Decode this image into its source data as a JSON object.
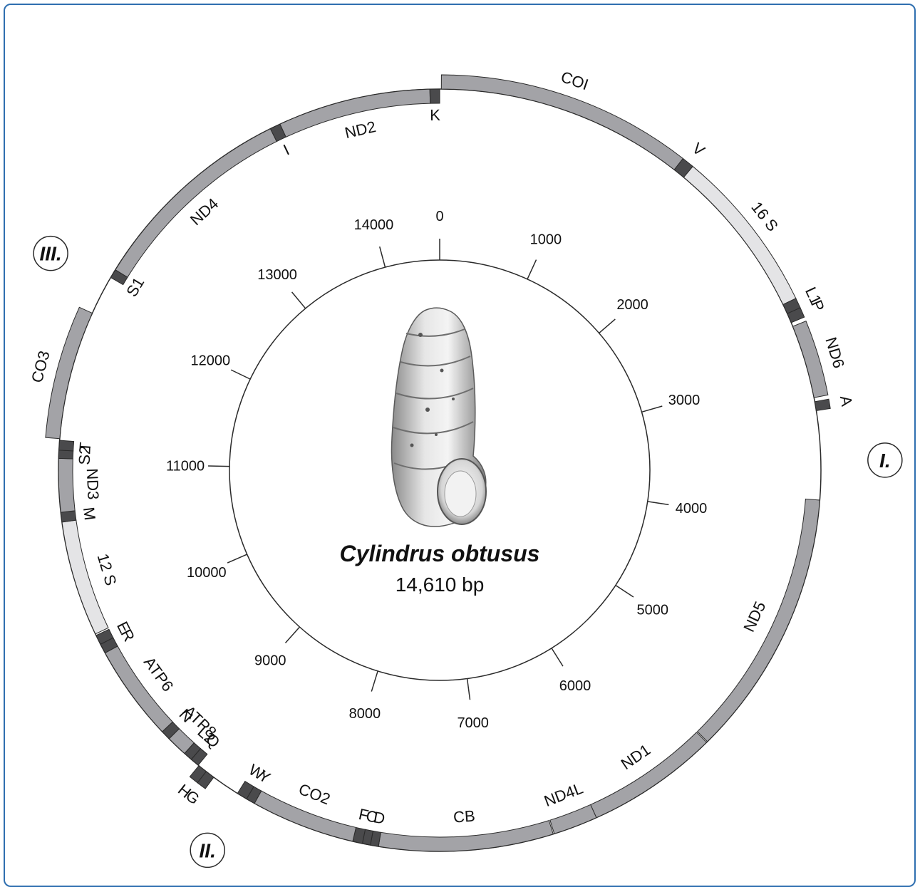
{
  "figure": {
    "species": "Cylindrus obtusus",
    "genome_size": "14,610 bp",
    "genome_length": 14610,
    "shell_image": "snail-shell-photo",
    "colors": {
      "frame": "#2f6fb0",
      "protein_gene": "#a3a3a7",
      "rrna_gene": "#e4e4e6",
      "trna_gene": "#4a4a4c",
      "outline": "#2a2a2a"
    }
  },
  "scale": {
    "ticks": [
      {
        "value": 0,
        "label": "0"
      },
      {
        "value": 1000,
        "label": "1000"
      },
      {
        "value": 2000,
        "label": "2000"
      },
      {
        "value": 3000,
        "label": "3000"
      },
      {
        "value": 4000,
        "label": "4000"
      },
      {
        "value": 5000,
        "label": "5000"
      },
      {
        "value": 6000,
        "label": "6000"
      },
      {
        "value": 7000,
        "label": "7000"
      },
      {
        "value": 8000,
        "label": "8000"
      },
      {
        "value": 9000,
        "label": "9000"
      },
      {
        "value": 10000,
        "label": "10000"
      },
      {
        "value": 11000,
        "label": "11000"
      },
      {
        "value": 12000,
        "label": "12000"
      },
      {
        "value": 13000,
        "label": "13000"
      },
      {
        "value": 14000,
        "label": "14000"
      }
    ]
  },
  "genes": [
    {
      "name": "COI",
      "type": "protein",
      "strand": "outer",
      "start": 10,
      "end": 1541
    },
    {
      "name": "V",
      "type": "trna",
      "strand": "outer",
      "start": 1541,
      "end": 1615
    },
    {
      "name": "16 S",
      "type": "rrna",
      "strand": "outer",
      "start": 1615,
      "end": 2607
    },
    {
      "name": "L1",
      "type": "trna",
      "strand": "outer",
      "start": 2607,
      "end": 2668
    },
    {
      "name": "P",
      "type": "trna",
      "strand": "outer",
      "start": 2668,
      "end": 2728
    },
    {
      "name": "ND6",
      "type": "protein",
      "strand": "outer",
      "start": 2753,
      "end": 3207
    },
    {
      "name": "A",
      "type": "trna",
      "strand": "outer",
      "start": 3232,
      "end": 3288
    },
    {
      "name": "ND5",
      "type": "protein",
      "strand": "inner",
      "start": 3835,
      "end": 5495
    },
    {
      "name": "ND1",
      "type": "protein",
      "strand": "inner",
      "start": 5502,
      "end": 6320
    },
    {
      "name": "ND4L",
      "type": "protein",
      "strand": "inner",
      "start": 6320,
      "end": 6595
    },
    {
      "name": "CB",
      "type": "protein",
      "strand": "inner",
      "start": 6602,
      "end": 7680
    },
    {
      "name": "D",
      "type": "trna",
      "strand": "inner",
      "start": 7680,
      "end": 7730
    },
    {
      "name": "C",
      "type": "trna",
      "strand": "inner",
      "start": 7730,
      "end": 7780
    },
    {
      "name": "F",
      "type": "trna",
      "strand": "inner",
      "start": 7780,
      "end": 7840
    },
    {
      "name": "CO2",
      "type": "protein",
      "strand": "inner",
      "start": 7840,
      "end": 8485
    },
    {
      "name": "Y",
      "type": "trna",
      "strand": "inner",
      "start": 8485,
      "end": 8540
    },
    {
      "name": "W",
      "type": "trna",
      "strand": "inner",
      "start": 8540,
      "end": 8605
    },
    {
      "name": "G",
      "type": "trna",
      "strand": "outer",
      "start": 8780,
      "end": 8838
    },
    {
      "name": "H",
      "type": "trna",
      "strand": "outer",
      "start": 8838,
      "end": 8895
    },
    {
      "name": "Q",
      "type": "trna",
      "strand": "inner",
      "start": 8900,
      "end": 8955
    },
    {
      "name": "L2",
      "type": "trna",
      "strand": "inner",
      "start": 8955,
      "end": 9010
    },
    {
      "name": "ATP8",
      "type": "protein",
      "strand": "inner",
      "start": 9010,
      "end": 9140
    },
    {
      "name": "N",
      "type": "trna",
      "strand": "inner",
      "start": 9140,
      "end": 9200
    },
    {
      "name": "ATP6",
      "type": "protein",
      "strand": "inner",
      "start": 9200,
      "end": 9795
    },
    {
      "name": "R",
      "type": "trna",
      "strand": "inner",
      "start": 9795,
      "end": 9855
    },
    {
      "name": "E",
      "type": "trna",
      "strand": "inner",
      "start": 9855,
      "end": 9915
    },
    {
      "name": "12 S",
      "type": "rrna",
      "strand": "inner",
      "start": 9925,
      "end": 10640
    },
    {
      "name": "M",
      "type": "trna",
      "strand": "inner",
      "start": 10640,
      "end": 10700
    },
    {
      "name": "ND3",
      "type": "protein",
      "strand": "inner",
      "start": 10700,
      "end": 11030
    },
    {
      "name": "S2",
      "type": "trna",
      "strand": "inner",
      "start": 11030,
      "end": 11080
    },
    {
      "name": "T",
      "type": "trna",
      "strand": "inner",
      "start": 11080,
      "end": 11140
    },
    {
      "name": "CO3",
      "type": "protein",
      "strand": "outer",
      "start": 11150,
      "end": 11945
    },
    {
      "name": "S1",
      "type": "trna",
      "strand": "inner",
      "start": 12190,
      "end": 12245
    },
    {
      "name": "ND4",
      "type": "protein",
      "strand": "inner",
      "start": 12245,
      "end": 13540
    },
    {
      "name": "I",
      "type": "trna",
      "strand": "inner",
      "start": 13540,
      "end": 13605
    },
    {
      "name": "ND2",
      "type": "protein",
      "strand": "inner",
      "start": 13605,
      "end": 14550
    },
    {
      "name": "K",
      "type": "trna",
      "strand": "inner",
      "start": 14550,
      "end": 14610
    }
  ],
  "regions": [
    {
      "label": "I.",
      "pos": 3600
    },
    {
      "label": "II.",
      "pos": 8580
    },
    {
      "label": "III.",
      "pos": 12140
    }
  ]
}
